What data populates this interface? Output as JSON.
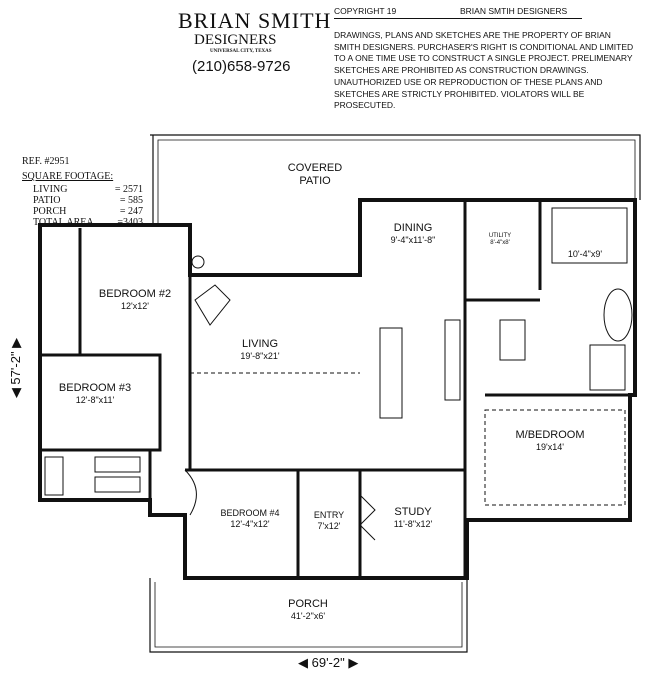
{
  "header": {
    "company": "BRIAN SMITH",
    "company_sub": "DESIGNERS",
    "city": "UNIVERSAL CITY, TEXAS",
    "phone": "(210)658-9726",
    "copyright": "COPYRIGHT 19",
    "copyright_firm": "BRIAN SMTIH DESIGNERS",
    "notice": "DRAWINGS, PLANS AND SKETCHES ARE THE PROPERTY OF BRIAN SMITH DESIGNERS.  PURCHASER'S RIGHT IS CONDITIONAL AND LIMITED TO A ONE TIME USE TO CONSTRUCT A SINGLE PROJECT.  PRELIMENARY SKETCHES ARE PROHIBITED AS CONSTRUCTION DRAWINGS.  UNAUTHORIZED USE OR REPRODUCTION OF THESE PLANS AND SKETCHES ARE STRICTLY PROHIBITED.  VIOLATORS WILL BE PROSECUTED."
  },
  "info": {
    "ref": "REF. #2951",
    "sqft_title": "SQUARE FOOTAGE:",
    "rows": [
      {
        "label": "LIVING",
        "value": "= 2571"
      },
      {
        "label": "PATIO",
        "value": "= 585"
      },
      {
        "label": "PORCH",
        "value": "= 247"
      },
      {
        "label": "TOTAL AREA",
        "value": "=3403"
      }
    ]
  },
  "rooms": {
    "patio": {
      "name": "COVERED",
      "name2": "PATIO"
    },
    "dining": {
      "name": "DINING",
      "size": "9'-4\"x11'-8\""
    },
    "utility": {
      "name": "UTILITY",
      "size": "8'-4\"x8'"
    },
    "master_closet": {
      "size": "10'-4\"x9'"
    },
    "bedroom2": {
      "name": "BEDROOM #2",
      "size": "12'x12'"
    },
    "bedroom3": {
      "name": "BEDROOM #3",
      "size": "12'-8\"x11'"
    },
    "living": {
      "name": "LIVING",
      "size": "19'-8\"x21'"
    },
    "master": {
      "name": "M/BEDROOM",
      "size": "19'x14'"
    },
    "bedroom4": {
      "name": "BEDROOM #4",
      "size": "12'-4\"x12'"
    },
    "entry": {
      "name": "ENTRY",
      "size": "7'x12'"
    },
    "study": {
      "name": "STUDY",
      "size": "11'-8\"x12'"
    },
    "porch": {
      "name": "PORCH",
      "size": "41'-2\"x6'"
    }
  },
  "dimensions": {
    "depth": "57'-2\"",
    "width": "69'-2\""
  }
}
